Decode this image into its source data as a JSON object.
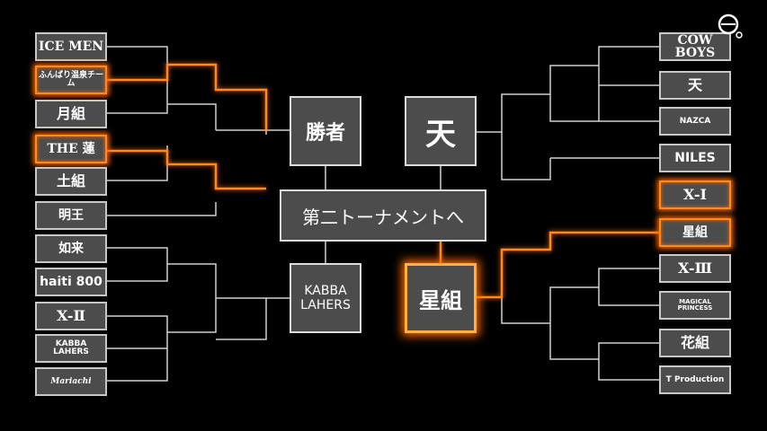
{
  "left_bracket": [
    {
      "label": "ICE MEN"
    },
    {
      "label": "ふんばり温泉チーム"
    },
    {
      "label": "月組"
    },
    {
      "label": "THE 蓮"
    },
    {
      "label": "土組"
    },
    {
      "label": "明王"
    },
    {
      "label": "如来"
    },
    {
      "label": "haiti 800"
    },
    {
      "label": "X-Ⅱ"
    },
    {
      "label": "KABBA LAHERS"
    },
    {
      "label": "Mariachi"
    }
  ],
  "right_bracket": [
    {
      "label": "COW BOYS"
    },
    {
      "label": "天"
    },
    {
      "label": "NAZCA"
    },
    {
      "label": "NILES"
    },
    {
      "label": "X-Ⅰ"
    },
    {
      "label": "星組"
    },
    {
      "label": "X-Ⅲ"
    },
    {
      "label": "MAGICAL PRINCESS"
    },
    {
      "label": "花組"
    },
    {
      "label": "T Production"
    }
  ],
  "center": {
    "top_left": "勝者",
    "top_right": "天",
    "banner": "第二トーナメントへ",
    "bottom_left": "KABBA LAHERS",
    "bottom_right": "星組"
  },
  "colors": {
    "highlight": "#ff8a1a",
    "box": "#4c4c4c",
    "line": "#d0d0d0"
  }
}
